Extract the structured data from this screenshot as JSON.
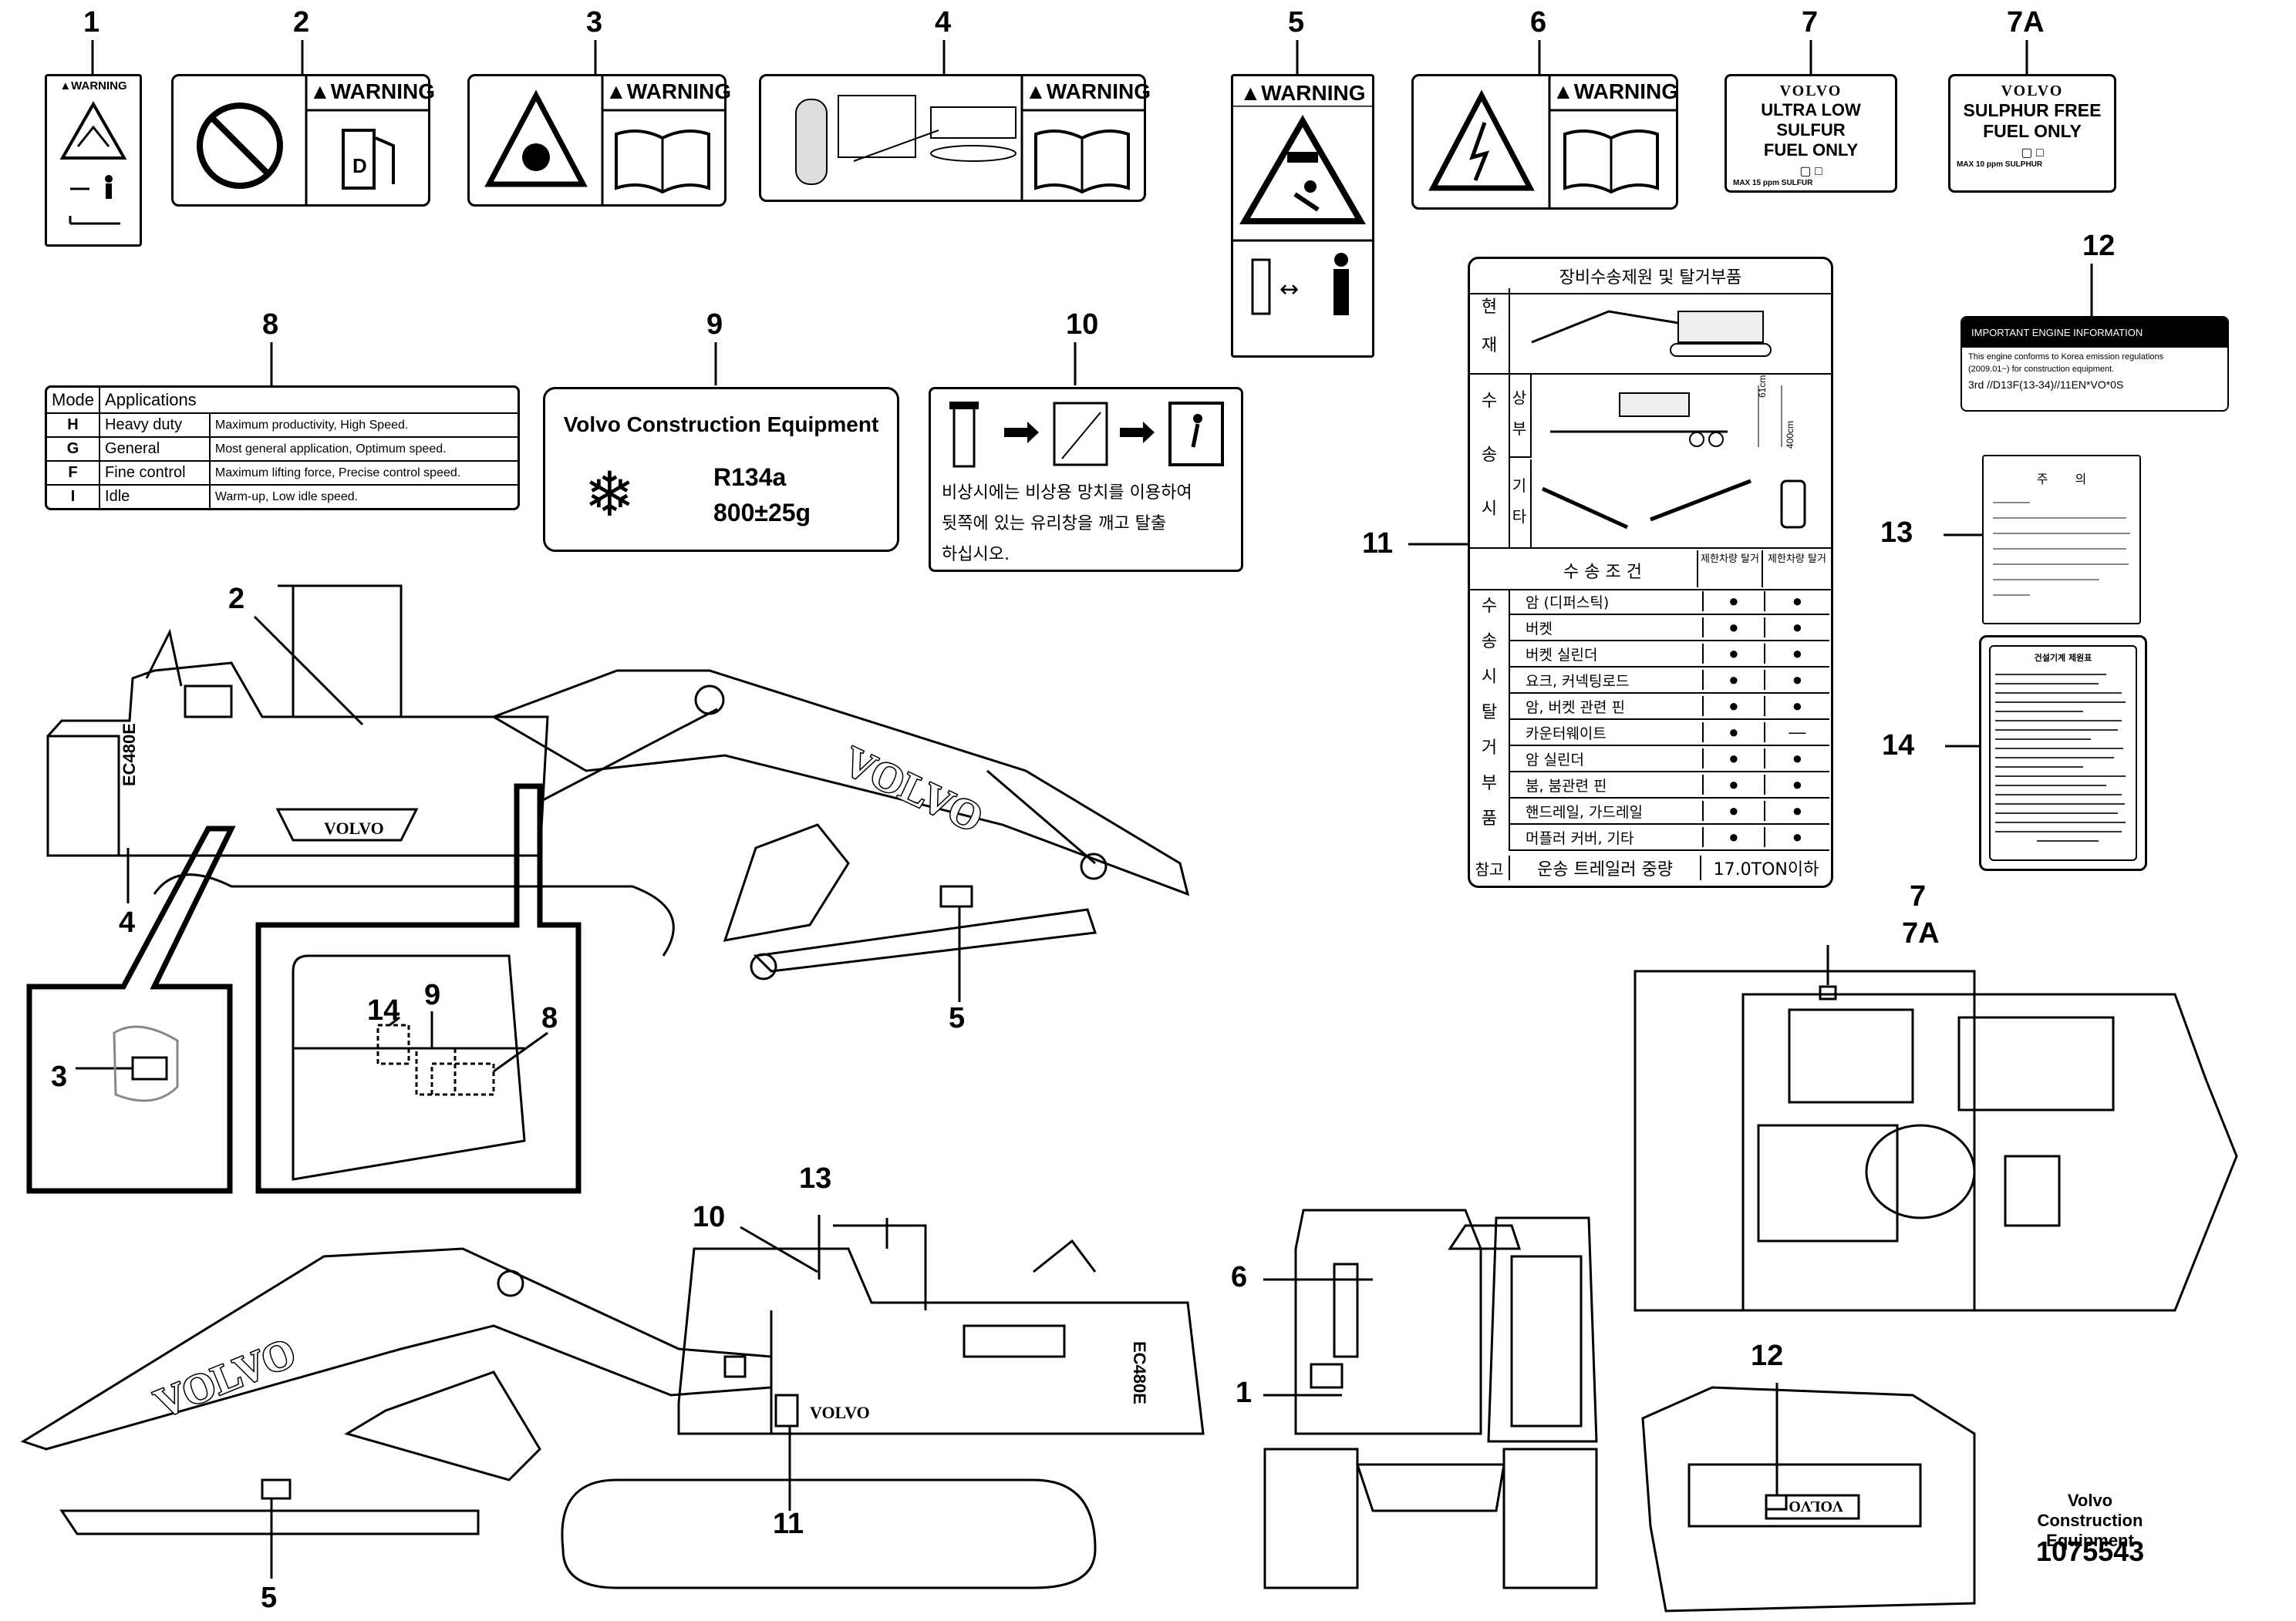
{
  "callouts": {
    "c1": "1",
    "c2": "2",
    "c3": "3",
    "c4": "4",
    "c5": "5",
    "c6": "6",
    "c7": "7",
    "c7a": "7A",
    "c8": "8",
    "c9": "9",
    "c10": "10",
    "c11": "11",
    "c12": "12",
    "c13": "13",
    "c14": "14",
    "d2": "2",
    "d4": "4",
    "d3": "3",
    "d14": "14",
    "d9": "9",
    "d8": "8",
    "d5": "5",
    "e10": "10",
    "e13": "13",
    "e11": "11",
    "e5": "5",
    "f6": "6",
    "f1": "1",
    "g7": "7",
    "g7a": "7A",
    "g12": "12"
  },
  "warning_labels": {
    "warning": "WARNING"
  },
  "fuel_label_7": {
    "brand": "VOLVO",
    "line1": "ULTRA LOW SULFUR",
    "line2": "FUEL ONLY",
    "note": "MAX 15 ppm SULFUR"
  },
  "fuel_label_7a": {
    "brand": "VOLVO",
    "line1": "SULPHUR FREE",
    "line2": "FUEL ONLY",
    "note": "MAX 10 ppm SULPHUR"
  },
  "mode_table": {
    "headers": [
      "Mode",
      "Applications"
    ],
    "rows": [
      {
        "mode": "H",
        "app": "Heavy duty",
        "desc": "Maximum productivity, High Speed."
      },
      {
        "mode": "G",
        "app": "General",
        "desc": "Most general application, Optimum speed."
      },
      {
        "mode": "F",
        "app": "Fine control",
        "desc": "Maximum lifting force, Precise control speed."
      },
      {
        "mode": "I",
        "app": "Idle",
        "desc": "Warm-up, Low idle speed."
      }
    ]
  },
  "refrigerant": {
    "brand": "Volvo Construction Equipment",
    "gas": "R134a",
    "amount": "800±25g"
  },
  "escape_label": {
    "line1": "비상시에는 비상용 망치를 이용하여",
    "line2": "뒷쪽에 있는 유리창을 깨고 탈출",
    "line3": "하십시오."
  },
  "transport_table": {
    "title": "장비수송제원 및 탈거부품",
    "side_now": [
      "현",
      "재"
    ],
    "side_transport": [
      "수",
      "송",
      "시"
    ],
    "sub_upper": [
      "상",
      "부"
    ],
    "sub_other": [
      "기",
      "타"
    ],
    "dim_61": "61cm",
    "dim_400": "400cm",
    "cond_header": "수 송 조 건",
    "col1": "제한차량 탈거",
    "col2": "제한차량 탈거",
    "side_remove": [
      "수",
      "송",
      "시",
      "탈",
      "거",
      "부",
      "품"
    ],
    "rows": [
      {
        "item": "암 (디퍼스틱)",
        "a": "●",
        "b": "●"
      },
      {
        "item": "버켓",
        "a": "●",
        "b": "●"
      },
      {
        "item": "버켓 실린더",
        "a": "●",
        "b": "●"
      },
      {
        "item": "요크, 커넥팅로드",
        "a": "●",
        "b": "●"
      },
      {
        "item": "암, 버켓 관련 핀",
        "a": "●",
        "b": "●"
      },
      {
        "item": "카운터웨이트",
        "a": "●",
        "b": "—"
      },
      {
        "item": "암 실린더",
        "a": "●",
        "b": "●"
      },
      {
        "item": "붐, 붐관련 핀",
        "a": "●",
        "b": "●"
      },
      {
        "item": "핸드레일, 가드레일",
        "a": "●",
        "b": "●"
      },
      {
        "item": "머플러 커버, 기타",
        "a": "●",
        "b": "●"
      }
    ],
    "footer_left": "참고",
    "footer_mid": "운송 트레일러 중량",
    "footer_right": "17.0TON이하"
  },
  "engine_info": {
    "title": "IMPORTANT ENGINE INFORMATION",
    "line1": "This engine conforms to Korea emission regulations",
    "line2": "(2009.01~) for construction equipment.",
    "line3": "3rd //D13F(13-34)//11EN*VO*0S"
  },
  "caution_label": {
    "title": "주 의"
  },
  "model_label": {
    "title": "건설기계 제원표"
  },
  "machine_texts": {
    "volvo": "VOLVO",
    "model": "EC480E"
  },
  "footer": {
    "company_line1": "Volvo Construction",
    "company_line2": "Equipment",
    "number": "1075543"
  }
}
